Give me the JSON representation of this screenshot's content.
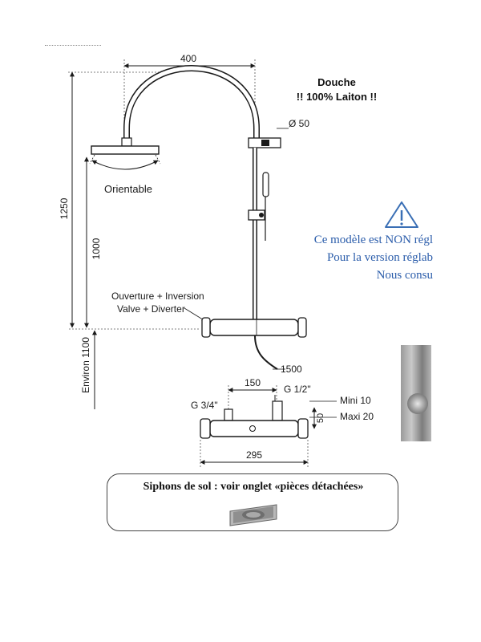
{
  "title": {
    "line1": "Douche",
    "line2": "!! 100% Laiton !!"
  },
  "dimensions": {
    "width_top": "400",
    "pipe_diameter": "Ø 50",
    "total_height": "1250",
    "bar_height": "1000",
    "install_height": "Environ 1100",
    "hose_length": "1500",
    "inlet_spacing": "150",
    "g_left": "G 3/4\"",
    "g_right": "G 1/2\"",
    "mini": "Mini 10",
    "maxi": "Maxi 20",
    "offset": "50",
    "body_width": "295"
  },
  "labels": {
    "orientable": "Orientable",
    "valve_fr": "Ouverture + Inversion",
    "valve_en": "Valve + Diverter"
  },
  "notice": {
    "line1": "Ce modèle est NON régl",
    "line2": "Pour la version réglab",
    "line3": "Nous consu"
  },
  "siphon": {
    "text": "Siphons de sol : voir onglet «pièces détachées»"
  },
  "icons": {
    "warning": "warning-triangle-icon",
    "drain": "floor-drain-icon",
    "photo": "faucet-photo"
  },
  "colors": {
    "line": "#1a1a1a",
    "notice_blue": "#2a5caa",
    "warning_blue": "#3a6fb5"
  }
}
